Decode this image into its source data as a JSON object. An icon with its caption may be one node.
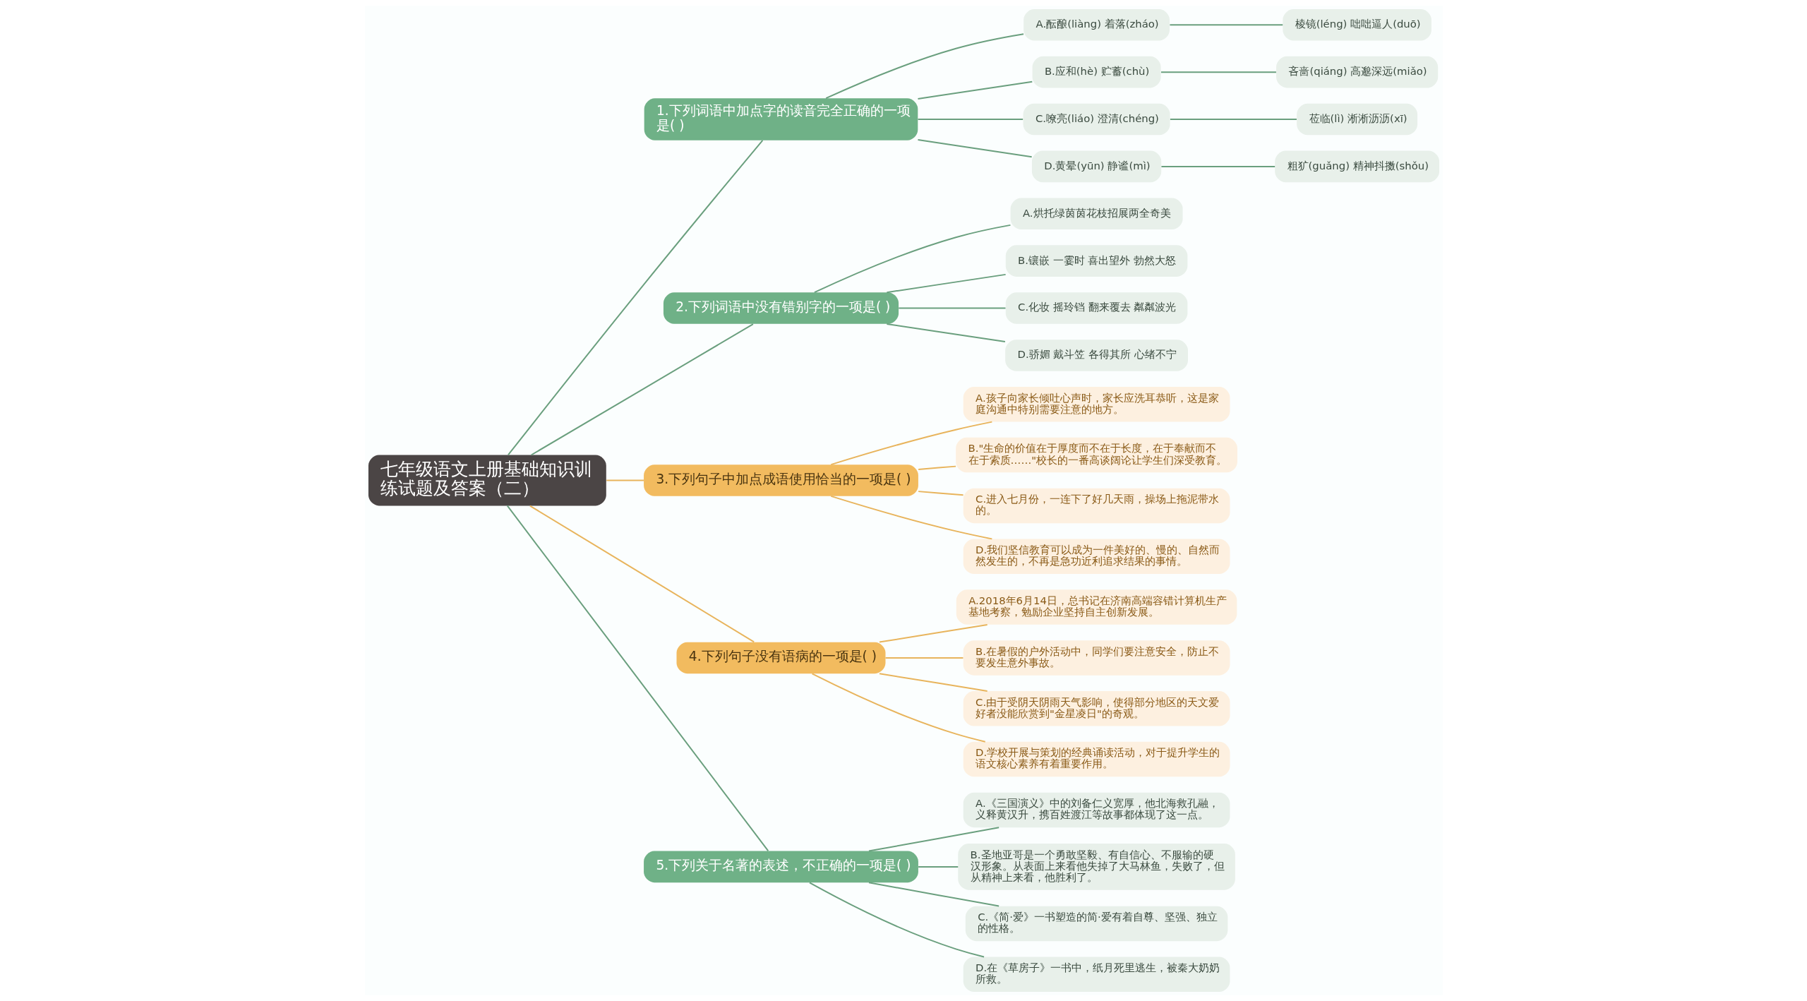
{
  "diagram": {
    "nodes": [
      {
        "text": [
          "七年级语文上册基础知识训练试题及答案（二）"
        ]
      },
      {
        "text": [
          "1.下列词语中加点字的读音完全正确的一项是( )"
        ]
      },
      {
        "text": [
          "A.酝酿(liàng) 着落(zháo)"
        ]
      },
      {
        "text": [
          "棱镜(léng) 咄咄逼人(duō)"
        ]
      },
      {
        "text": [
          "B.应和(hè) 贮蓄(chù)"
        ]
      },
      {
        "text": [
          "吝啬(qiáng) 高邈深远(miǎo)"
        ]
      },
      {
        "text": [
          "C.嘹亮(liáo) 澄清(chéng)"
        ]
      },
      {
        "text": [
          "莅临(lì) 淅淅沥沥(xī)"
        ]
      },
      {
        "text": [
          "D.黄晕(yūn) 静谧(mì)"
        ]
      },
      {
        "text": [
          "粗犷(guǎng) 精神抖擞(shǒu)"
        ]
      },
      {
        "text": [
          "2.下列词语中没有错别字的一项是( )"
        ]
      },
      {
        "text": [
          "A.烘托绿茵茵花枝招展两全奇美"
        ]
      },
      {
        "text": [
          "B.镶嵌 一霎时 喜出望外 勃然大怒"
        ]
      },
      {
        "text": [
          "C.化妆 摇玲铛 翻来覆去 粼粼波光"
        ]
      },
      {
        "text": [
          "D.骄媚 戴斗笠 各得其所 心绪不宁"
        ]
      },
      {
        "text": [
          "3.下列句子中加点成语使用恰当的一项是( )"
        ]
      },
      {
        "text": [
          "A.孩子向家长倾吐心声时，家长应洗耳恭听，这是家庭沟通中特别需要注意的地方。"
        ]
      },
      {
        "text": [
          "B.\"生命的价值在于厚度而不在于长度，在于奉献而不在于索质……\"校长的一番高谈阔论让学生们深受教育。"
        ]
      },
      {
        "text": [
          "C.进入七月份，一连下了好几天雨，操场上拖泥带水的。"
        ]
      },
      {
        "text": [
          "D.我们坚信教育可以成为一件美好的、慢的、自然而然发生的，不再是急功近利追求结果的事情。"
        ]
      },
      {
        "text": [
          "4.下列句子没有语病的一项是( )"
        ]
      },
      {
        "text": [
          "A.2018年6月14日，总书记在济南高端容错计算机生产基地考察，勉励企业坚持自主创新发展。"
        ]
      },
      {
        "text": [
          "B.在暑假的户外活动中，同学们要注意安全，防止不要发生意外事故。"
        ]
      },
      {
        "text": [
          "C.由于受阴天阴雨天气影响，使得部分地区的天文爱好者没能欣赏到\"金星凌日\"的奇观。"
        ]
      },
      {
        "text": [
          "D.学校开展与策划的经典诵读活动，对于提升学生的语文核心素养有着重要作用。"
        ]
      },
      {
        "text": [
          "5.下列关于名著的表述，不正确的一项是( )"
        ]
      },
      {
        "text": [
          "A.《三国演义》中的刘备仁义宽厚，他北海救孔融，义释黄汉升，携百姓渡江等故事都体现了这一点。"
        ]
      },
      {
        "text": [
          "B.圣地亚哥是一个勇敢坚毅、有自信心、不服输的硬汉形象。从表面上来看他失掉了大马林鱼，失败了，但从精神上来看，他胜利了。"
        ]
      },
      {
        "text": [
          "C.《简·爱》一书塑造的简·爱有着自尊、坚强、独立的性格。"
        ]
      },
      {
        "text": [
          "D.在《草房子》一书中，纸月死里逃生，被秦大奶奶所救。"
        ]
      }
    ],
    "edges": [
      {
        "from": 0,
        "to": 1,
        "arrow": "none"
      },
      {
        "from": 1,
        "to": 2,
        "arrow": "none"
      },
      {
        "from": 2,
        "to": 3,
        "arrow": "none"
      },
      {
        "from": 1,
        "to": 4,
        "arrow": "none"
      },
      {
        "from": 4,
        "to": 5,
        "arrow": "none"
      },
      {
        "from": 1,
        "to": 6,
        "arrow": "none"
      },
      {
        "from": 6,
        "to": 7,
        "arrow": "none"
      },
      {
        "from": 1,
        "to": 8,
        "arrow": "none"
      },
      {
        "from": 8,
        "to": 9,
        "arrow": "none"
      },
      {
        "from": 0,
        "to": 10,
        "arrow": "none"
      },
      {
        "from": 10,
        "to": 11,
        "arrow": "none"
      },
      {
        "from": 10,
        "to": 12,
        "arrow": "none"
      },
      {
        "from": 10,
        "to": 13,
        "arrow": "none"
      },
      {
        "from": 10,
        "to": 14,
        "arrow": "none"
      },
      {
        "from": 0,
        "to": 15,
        "arrow": "none",
        "color": "#e8b45c"
      },
      {
        "from": 15,
        "to": 16,
        "arrow": "none",
        "color": "#e8b45c"
      },
      {
        "from": 15,
        "to": 17,
        "arrow": "none",
        "color": "#e8b45c"
      },
      {
        "from": 15,
        "to": 18,
        "arrow": "none",
        "color": "#e8b45c"
      },
      {
        "from": 15,
        "to": 19,
        "arrow": "none",
        "color": "#e8b45c"
      },
      {
        "from": 0,
        "to": 20,
        "arrow": "none",
        "color": "#e8b45c"
      },
      {
        "from": 20,
        "to": 21,
        "arrow": "none",
        "color": "#e8b45c"
      },
      {
        "from": 20,
        "to": 22,
        "arrow": "none",
        "color": "#e8b45c"
      },
      {
        "from": 20,
        "to": 23,
        "arrow": "none",
        "color": "#e8b45c"
      },
      {
        "from": 20,
        "to": 24,
        "arrow": "none",
        "color": "#e8b45c"
      },
      {
        "from": 0,
        "to": 25,
        "arrow": "none"
      },
      {
        "from": 25,
        "to": 26,
        "arrow": "none"
      },
      {
        "from": 25,
        "to": 27,
        "arrow": "none"
      },
      {
        "from": 25,
        "to": 28,
        "arrow": "none"
      },
      {
        "from": 25,
        "to": 29,
        "arrow": "none"
      }
    ]
  }
}
